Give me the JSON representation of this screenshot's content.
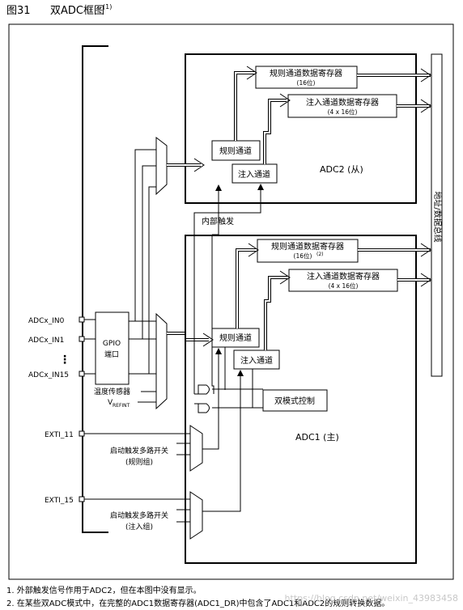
{
  "figure": {
    "number": "图31",
    "title": "双ADC框图",
    "title_sup": "(1)"
  },
  "adc2": {
    "label": "ADC2 (从)",
    "regular_register": "规则通道数据寄存器",
    "regular_register_sub": "(16位)",
    "injected_register": "注入通道数据寄存器",
    "injected_register_sub": "(4 x 16位)",
    "regular_channel": "规则通道",
    "injected_channel": "注入通道"
  },
  "internal_trigger": "内部触发",
  "adc1": {
    "label": "ADC1 (主)",
    "regular_register": "规则通道数据寄存器",
    "regular_register_sub": "(16位)",
    "regular_register_sup": "(2)",
    "injected_register": "注入通道数据寄存器",
    "injected_register_sub": "(4 x 16位)",
    "regular_channel": "规则通道",
    "injected_channel": "注入通道",
    "dual_mode_control": "双模式控制"
  },
  "bus_label": "地址/数据总线",
  "inputs": {
    "in0": "ADCx_IN0",
    "in1": "ADCx_IN1",
    "dots": "⋮",
    "in15": "ADCx_IN15",
    "gpio": "GPIO",
    "gpio_port": "端口",
    "temp_sensor": "温度传感器",
    "vrefint": "V",
    "vrefint_sub": "REFINT",
    "exti11": "EXTI_11",
    "exti15": "EXTI_15"
  },
  "trigger_mux": {
    "regular_line1": "启动触发多路开关",
    "regular_line2": "(规则组)",
    "injected_line1": "启动触发多路开关",
    "injected_line2": "(注入组)"
  },
  "notes": [
    "1. 外部触发信号作用于ADC2，但在本图中没有显示。",
    "2. 在某些双ADC模式中，在完整的ADC1数据寄存器(ADC1_DR)中包含了ADC1和ADC2的规则转换数据。"
  ],
  "watermark": "https://blog.csdn.net/weixin_43983458"
}
